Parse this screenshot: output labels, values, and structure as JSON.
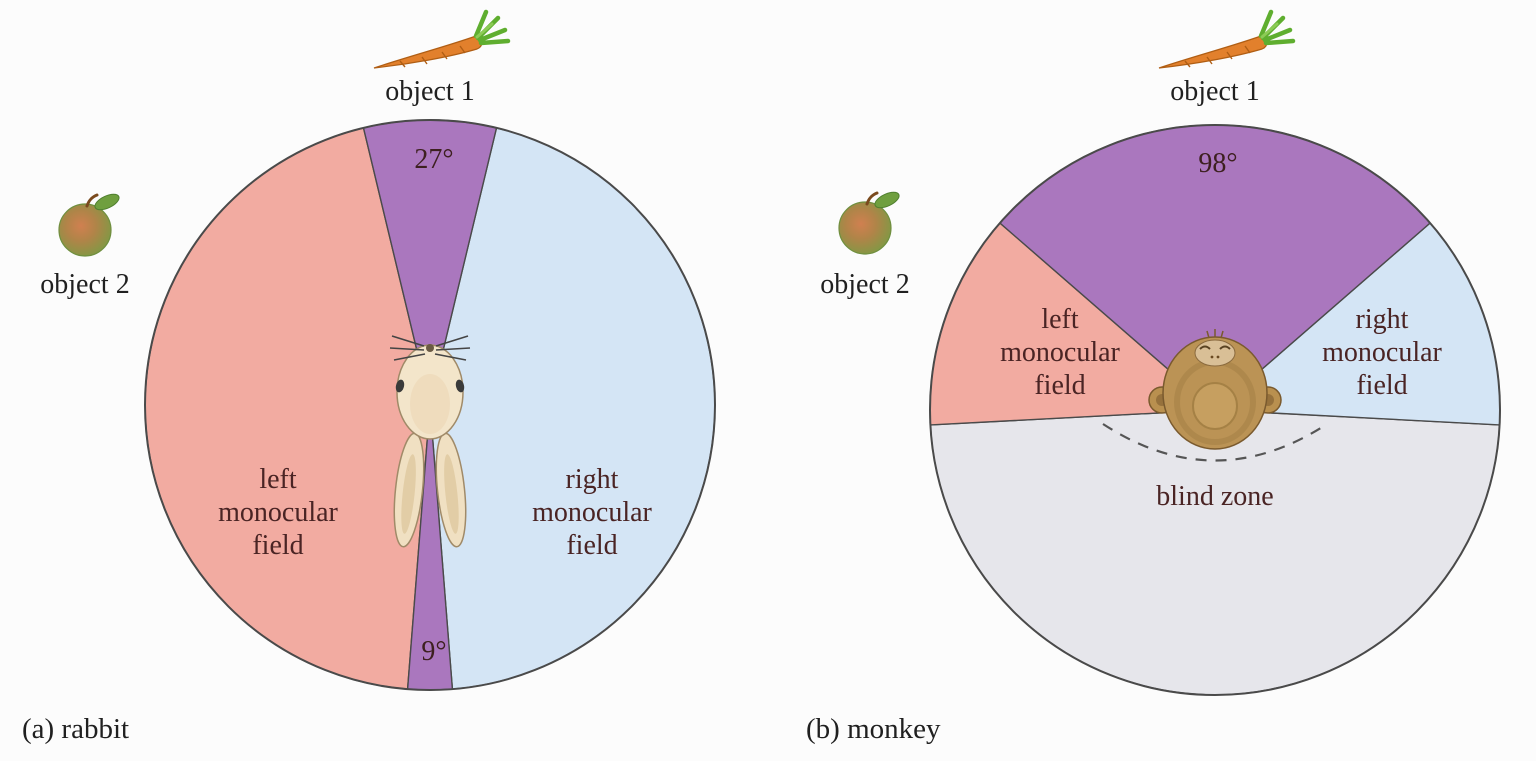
{
  "figure": {
    "background": "#fcfcfc",
    "colors": {
      "binocular_field": "#aa77be",
      "left_monocular_field": "#f2aba1",
      "right_monocular_field": "#d4e5f5",
      "blind_zone": "#e6e6eb",
      "circle_outline": "#4a4a4a"
    },
    "panels": [
      {
        "caption": "(a)  rabbit",
        "object1": "object 1",
        "object2": "object 2",
        "binocular_angle": "27°",
        "rear_binocular_angle": "9°",
        "left_field": [
          "left",
          "monocular",
          "field"
        ],
        "right_field": [
          "right",
          "monocular",
          "field"
        ]
      },
      {
        "caption": "(b)  monkey",
        "object1": "object 1",
        "object2": "object 2",
        "binocular_angle": "98°",
        "blind_zone": "blind zone",
        "left_field": [
          "left",
          "monocular",
          "field"
        ],
        "right_field": [
          "right",
          "monocular",
          "field"
        ]
      }
    ]
  }
}
